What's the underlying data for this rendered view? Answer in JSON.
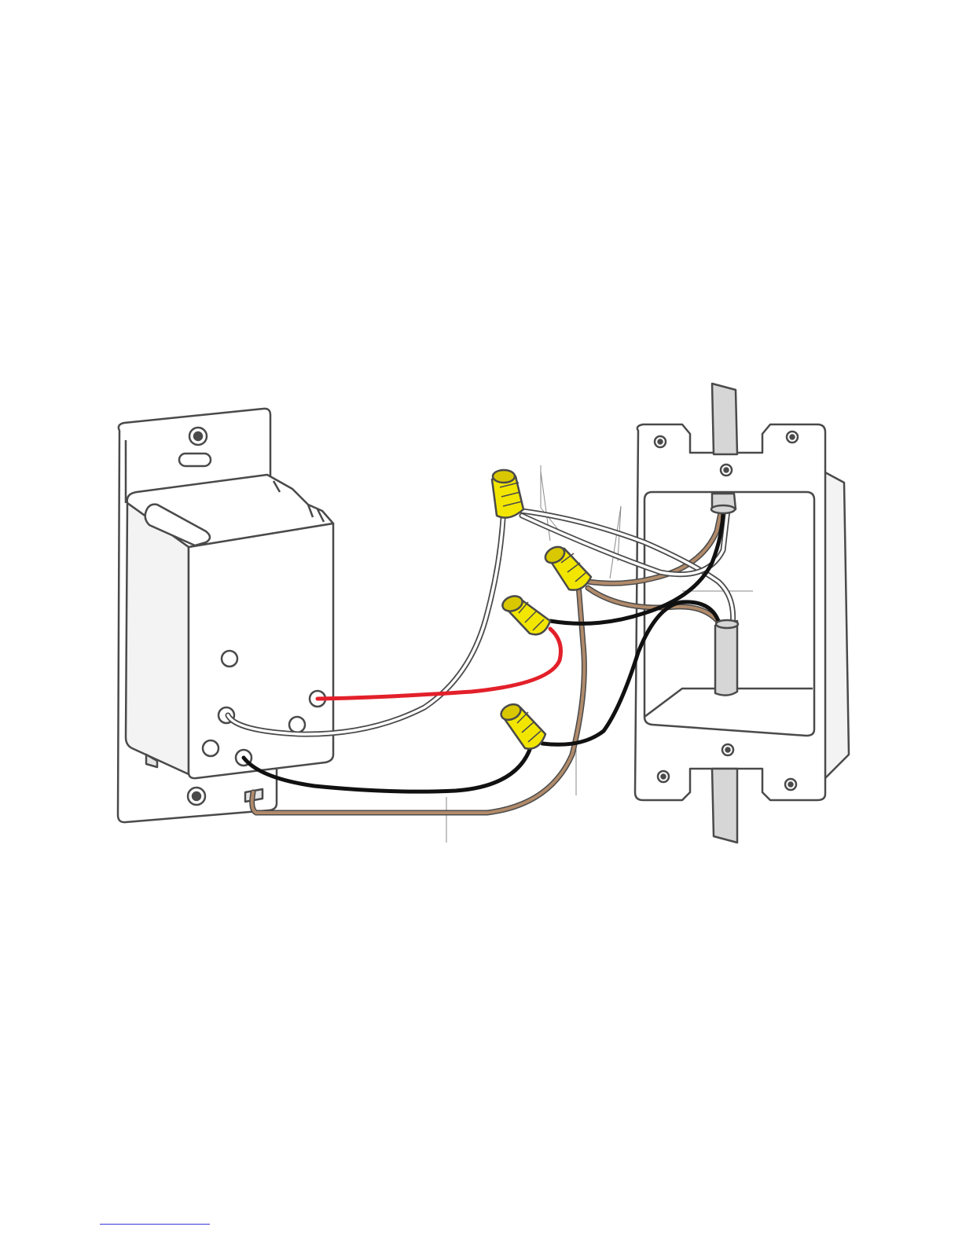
{
  "diagram": {
    "title": "",
    "labels": [],
    "colors": {
      "outline": "#4a4a4a",
      "device_fill": "#ffffff",
      "device_shade": "#e6e6e6",
      "wire_nut": "#f2e600",
      "wire_nut_shade": "#d9c800",
      "hot_black": "#111111",
      "traveler_red": "#e3202a",
      "neutral_white": "#ffffff",
      "ground_bare": "#b08a6a",
      "cable_jacket": "#d6d6d6",
      "leader_line": "#8a8a8a",
      "footnote_rule": "#3b3bd9"
    },
    "parts": {
      "switch": "dimmer-switch",
      "box": "single-gang-electrical-box",
      "connectors": [
        "wire-nut-neutral",
        "wire-nut-ground",
        "wire-nut-red-to-black",
        "wire-nut-black"
      ]
    }
  }
}
